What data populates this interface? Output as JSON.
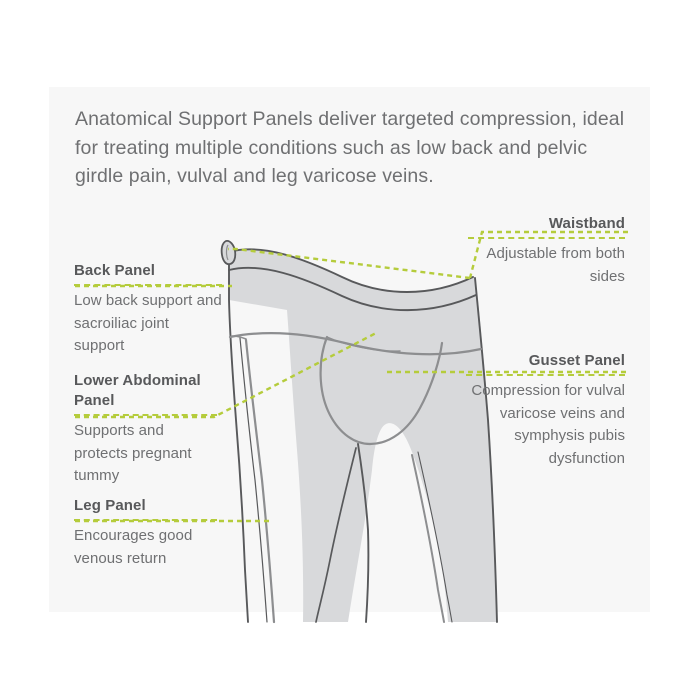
{
  "page": {
    "background_color": "#ffffff",
    "card_color": "#f7f7f7",
    "accent_color": "#b5cc3c",
    "text_color": "#6f7072",
    "heading_color": "#58595b",
    "garment_fill": "#d8d9db",
    "garment_stroke": "#58595b",
    "garment_seam": "#8d8e90"
  },
  "headline": {
    "text": "Anatomical Support Panels deliver targeted compression, ideal for treating multiple conditions such as low back and pelvic girdle pain, vulval and leg varicose veins."
  },
  "callouts": {
    "back_panel": {
      "title": "Back Panel",
      "body": "Low back support and sacroiliac joint support",
      "align": "left"
    },
    "lower_abdominal_panel": {
      "title": "Lower Abdominal Panel",
      "body": "Supports and protects pregnant tummy",
      "align": "left"
    },
    "leg_panel": {
      "title": "Leg Panel",
      "body": "Encourages good venous return",
      "align": "left"
    },
    "waistband": {
      "title": "Waistband",
      "body": "Adjustable from both sides",
      "align": "right"
    },
    "gusset_panel": {
      "title": "Gusset Panel",
      "body": "Compression for vulval varicose veins and symphysis pubis dysfunction",
      "align": "right"
    }
  },
  "illustration": {
    "name": "maternity-support-leggings-diagram",
    "description": "Line drawing of maternity compression leggings shown in three-quarter view with waistband, gusset and leg panels indicated by dashed leader lines."
  }
}
